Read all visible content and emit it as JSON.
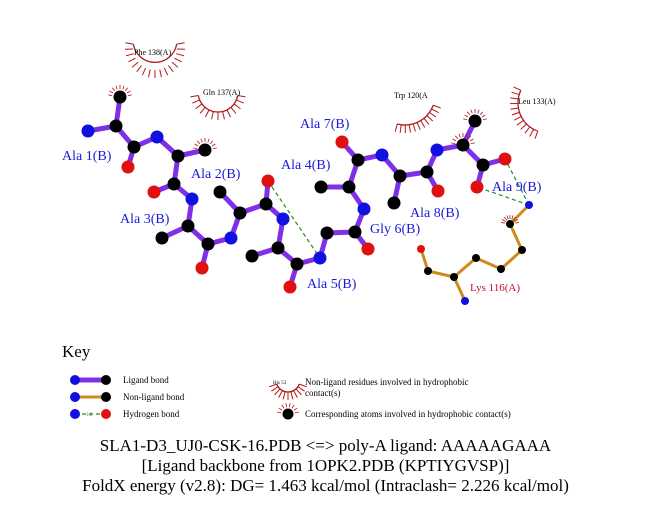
{
  "residues": {
    "ligand": [
      "Ala 1(B)",
      "Ala 2(B)",
      "Ala 3(B)",
      "Ala 4(B)",
      "Ala 5(B)",
      "Gly 6(B)",
      "Ala 7(B)",
      "Ala 8(B)",
      "Ala 9(B)"
    ],
    "lys": "Lys 116(A)",
    "hydrophobic": [
      "Phe 138(A)",
      "Gln 137(A)",
      "Trp 120(A",
      "Leu 133(A)"
    ]
  },
  "key": {
    "title": "Key",
    "ligand_bond": "Ligand bond",
    "nonligand_bond": "Non-ligand bond",
    "hydrogen_bond": "Hydrogen bond",
    "hbond_length": "3.0",
    "example_residue": "His 53",
    "hydrophobic_residues": "Non-ligand residues involved in hydrophobic contact(s)",
    "hydrophobic_atoms": "Corresponding atoms involved in hydrophobic contact(s)"
  },
  "caption": [
    "SLA1-D3_UJ0-CSK-16.PDB <=> poly-A ligand: AAAAAGAAA",
    "[Ligand backbone from 1OPK2.PDB (KPTIYGVSP)]",
    "FoldX energy (v2.8): DG= 1.463 kcal/mol (Intraclash= 2.226 kcal/mol)"
  ],
  "colors": {
    "ligand_bond": "#7f2fe8",
    "nonligand_bond": "#d08a1c",
    "hbond": "#2a8a1a",
    "nitrogen": "#1010e0",
    "oxygen": "#e01010",
    "carbon": "#000000",
    "hydrophobic": "#b01818"
  }
}
